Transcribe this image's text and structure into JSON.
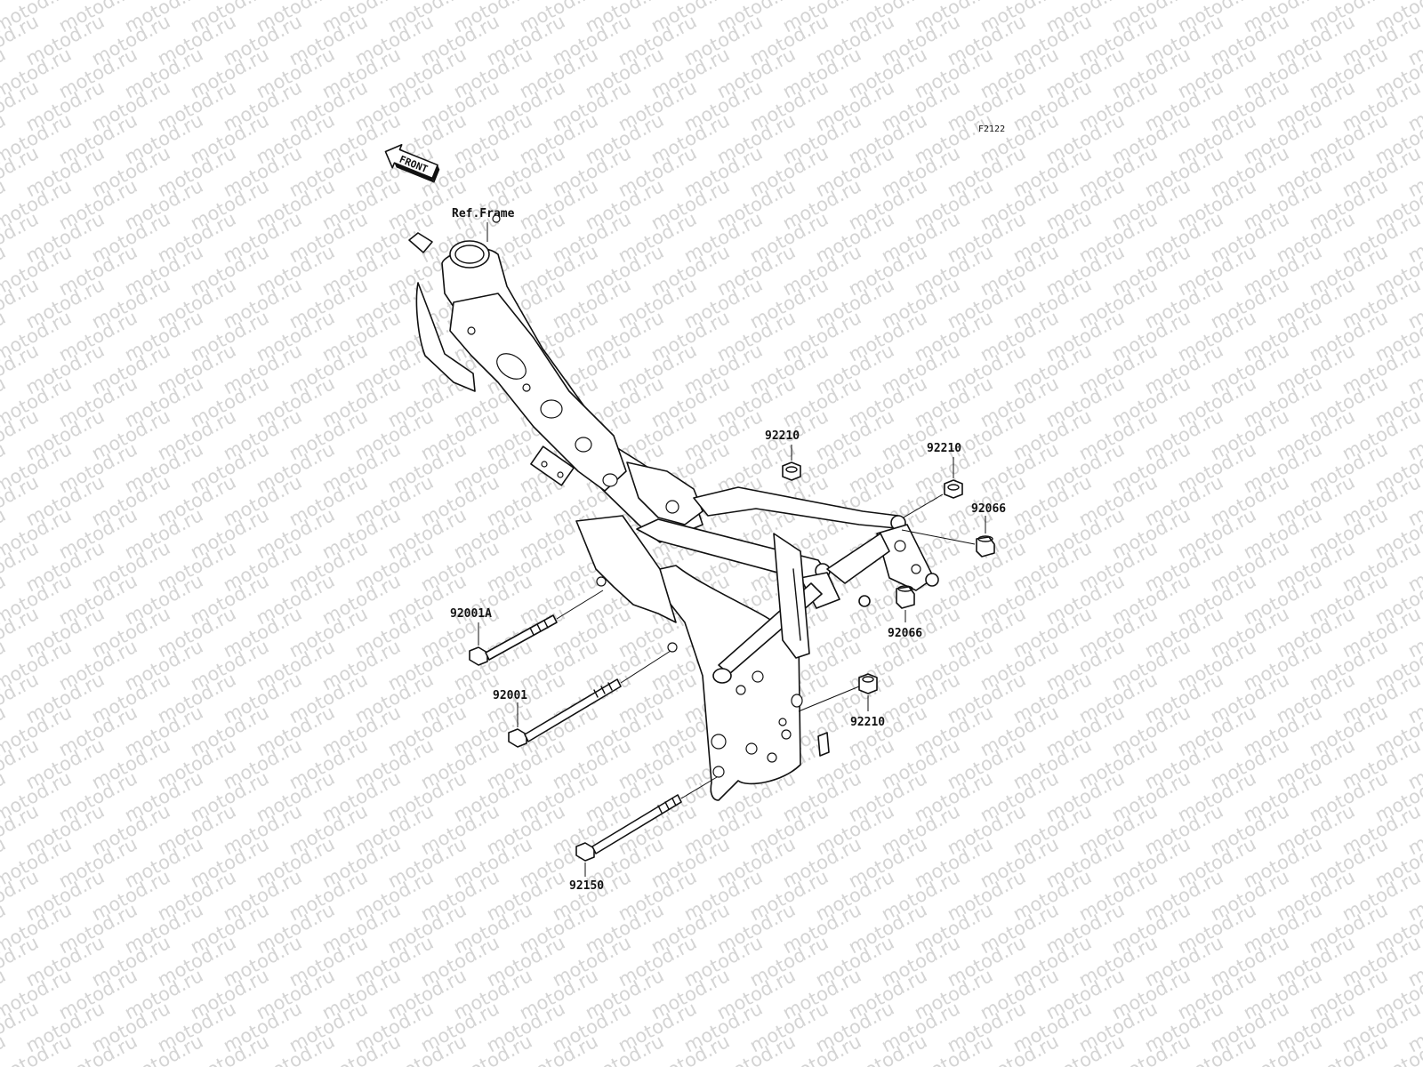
{
  "watermark": {
    "text": "motod.ru"
  },
  "figure_code": "F2122",
  "front_badge": {
    "text": "FRONT"
  },
  "reference_label": "Ref.Frame",
  "callouts": {
    "nut_top_center": "92210",
    "nut_top_right": "92210",
    "cap_right": "92066",
    "cap_lower": "92066",
    "bolt_upper": "92001A",
    "bolt_middle": "92001",
    "nut_lower": "92210",
    "bolt_lower": "92150"
  },
  "colors": {
    "line": "#111111",
    "watermark": "#d4d4d4",
    "background": "#ffffff"
  }
}
